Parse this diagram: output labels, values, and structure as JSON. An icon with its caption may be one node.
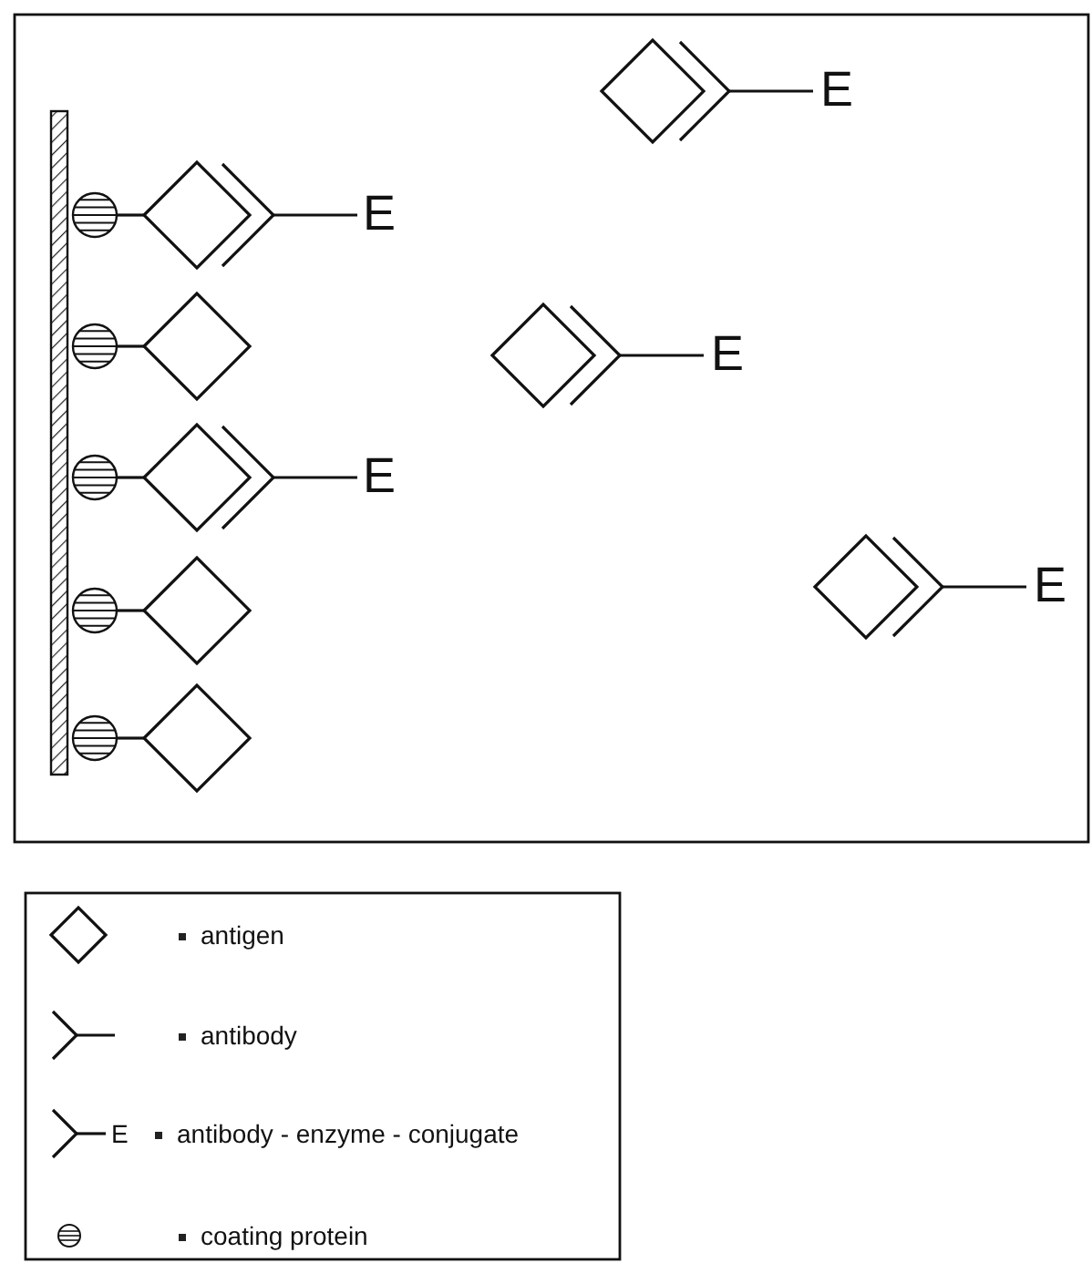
{
  "diagram": {
    "labels": [
      "E",
      "E",
      "E",
      "E",
      "E",
      "E"
    ],
    "legend": [
      {
        "text": "antigen"
      },
      {
        "text": "antibody"
      },
      {
        "text": "antibody - enzyme - conjugate"
      },
      {
        "text": "coating protein"
      }
    ]
  }
}
